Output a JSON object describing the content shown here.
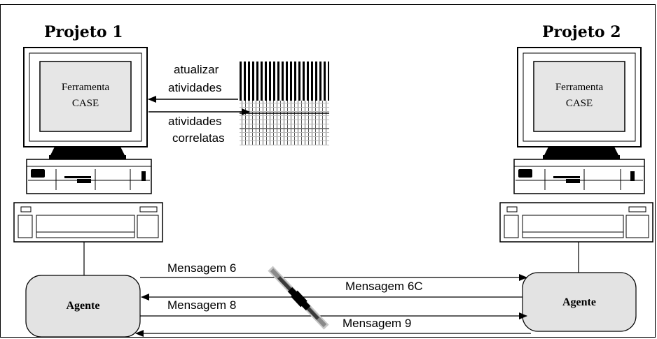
{
  "projects": [
    {
      "title": "Projeto 1",
      "screen_label": [
        "Ferramenta",
        "CASE"
      ],
      "agent_label": "Agente"
    },
    {
      "title": "Projeto 2",
      "screen_label": [
        "Ferramenta",
        "CASE"
      ],
      "agent_label": "Agente"
    }
  ],
  "tool_arrows": {
    "update_label": [
      "atualizar",
      "atividades"
    ],
    "related_label": [
      "atividades",
      "correlatas"
    ]
  },
  "messages": [
    {
      "label": "Mensagem 6",
      "direction": "right"
    },
    {
      "label": "Mensagem 6C",
      "direction": "left"
    },
    {
      "label": "Mensagem 8",
      "direction": "right"
    },
    {
      "label": "Mensagem 9",
      "direction": "left"
    }
  ],
  "colors": {
    "screen": "#e6e6e6",
    "agent_fill": "#e3e3e3",
    "line": "#000000"
  }
}
